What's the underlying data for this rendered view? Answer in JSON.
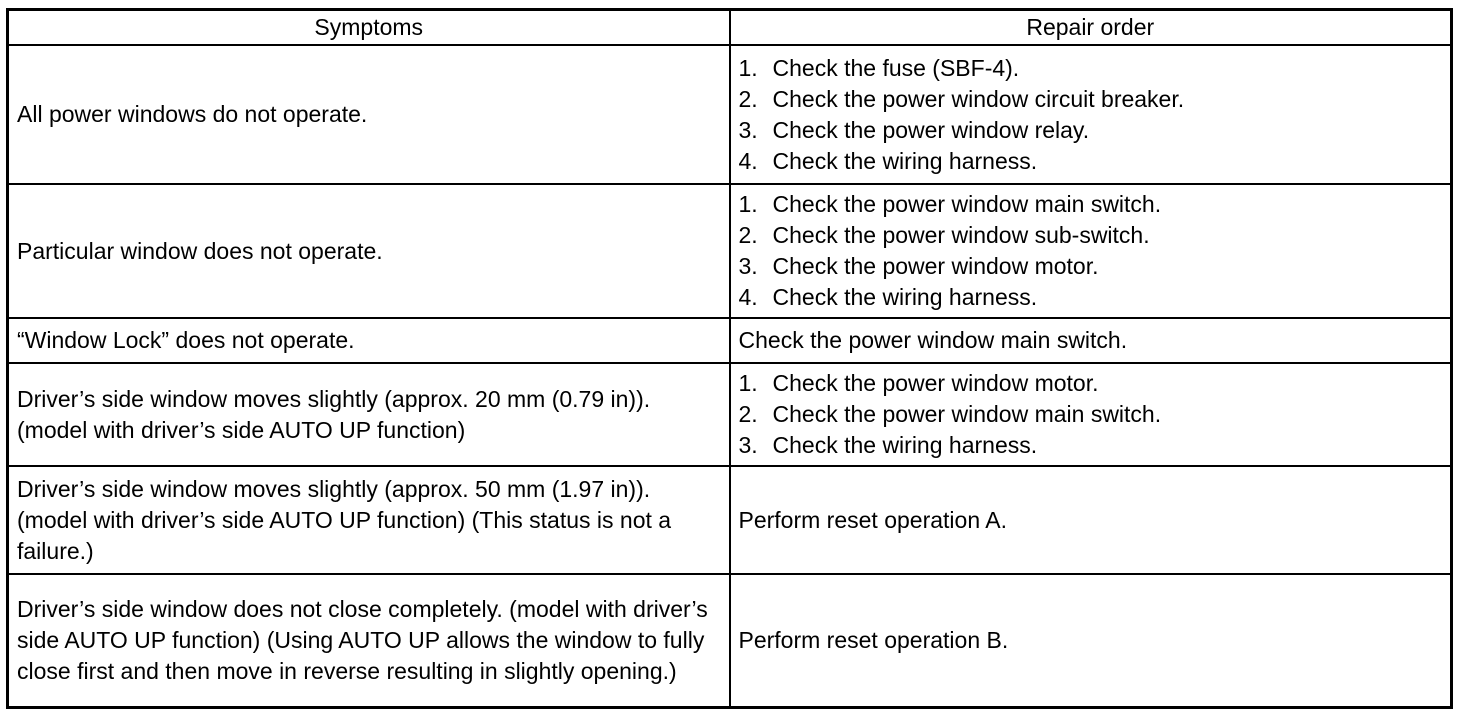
{
  "table": {
    "headers": {
      "symptoms": "Symptoms",
      "repair_order": "Repair order"
    },
    "rows": [
      {
        "symptom": "All power windows do not operate.",
        "repair_steps": [
          {
            "num": "1.",
            "text": "Check the fuse (SBF-4)."
          },
          {
            "num": "2.",
            "text": "Check the power window circuit breaker."
          },
          {
            "num": "3.",
            "text": "Check the power window relay."
          },
          {
            "num": "4.",
            "text": "Check the wiring harness."
          }
        ]
      },
      {
        "symptom": "Particular window does not operate.",
        "repair_steps": [
          {
            "num": "1.",
            "text": "Check the power window main switch."
          },
          {
            "num": "2.",
            "text": "Check the power window sub-switch."
          },
          {
            "num": "3.",
            "text": "Check the power window motor."
          },
          {
            "num": "4.",
            "text": "Check the wiring harness."
          }
        ]
      },
      {
        "symptom": "“Window Lock” does not operate.",
        "repair_steps": [
          {
            "num": "",
            "text": "Check the power window main switch."
          }
        ]
      },
      {
        "symptom": "Driver’s side window moves slightly (approx. 20 mm (0.79 in)). (model with driver’s side AUTO UP function)",
        "repair_steps": [
          {
            "num": "1.",
            "text": "Check the power window motor."
          },
          {
            "num": "2.",
            "text": "Check the power window main switch."
          },
          {
            "num": "3.",
            "text": "Check the wiring harness."
          }
        ]
      },
      {
        "symptom": "Driver’s side window moves slightly (approx. 50 mm (1.97 in)). (model with driver’s side AUTO UP function) (This status is not a failure.)",
        "repair_steps": [
          {
            "num": "",
            "text": "Perform reset operation A."
          }
        ]
      },
      {
        "symptom": "Driver’s side window does not close completely. (model with driver’s side AUTO UP function) (Using AUTO UP allows the window to fully close first and then move in reverse resulting in slightly opening.)",
        "repair_steps": [
          {
            "num": "",
            "text": "Perform reset operation B."
          }
        ]
      }
    ]
  }
}
